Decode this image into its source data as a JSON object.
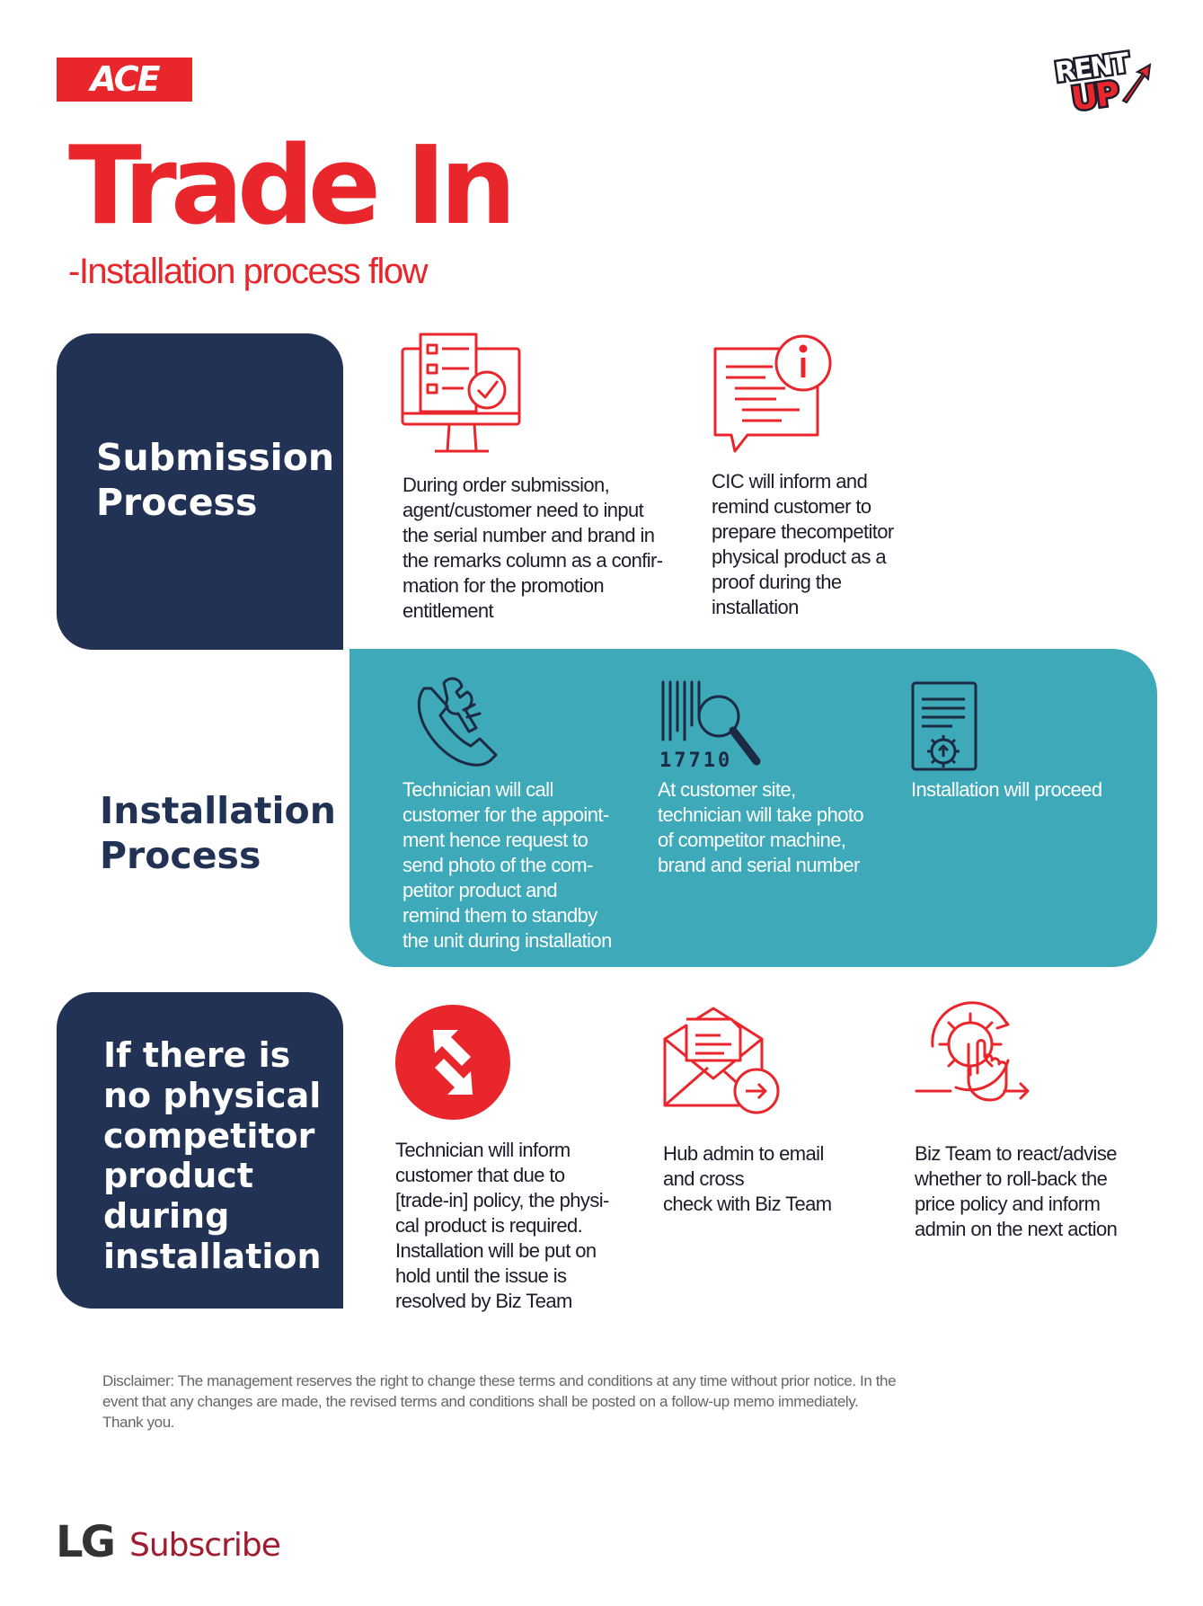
{
  "header": {
    "ace_logo": "ACE",
    "rentup_logo": {
      "line1": "RENT",
      "line2": "UP"
    }
  },
  "title": "Trade In",
  "subtitle": "-Installation process flow",
  "sections": [
    {
      "title": "Submission\nProcess",
      "steps": [
        {
          "icon": "checklist-monitor-icon",
          "text": "During order submission,\nagent/customer need to input\nthe serial number and brand in\nthe remarks column as a confir-\nmation for the promotion\nentitlement"
        },
        {
          "icon": "info-message-icon",
          "text": "CIC will inform and\nremind customer to\nprepare thecompetitor\nphysical product as a\nproof during the\ninstallation"
        }
      ]
    },
    {
      "title": "Installation\nProcess",
      "steps": [
        {
          "icon": "phone-tool-icon",
          "text": "Technician will call\ncustomer for the appoint-\nment hence request to\nsend photo of the com-\npetitor product and\nremind them to standby\nthe unit during installation"
        },
        {
          "icon": "barcode-search-icon",
          "barcode_number": "17710",
          "text": "At customer site,\ntechnician will take photo\nof competitor machine,\nbrand and serial number"
        },
        {
          "icon": "document-gear-icon",
          "text": "Installation will proceed"
        }
      ]
    },
    {
      "title": "If there is\nno physical\ncompetitor\nproduct\nduring\ninstallation",
      "steps": [
        {
          "icon": "exchange-arrows-icon",
          "text": "Technician will inform\ncustomer that due to\n[trade-in] policy, the physi-\ncal product is required.\nInstallation will be put on\nhold until the issue is\nresolved by Biz Team"
        },
        {
          "icon": "email-send-icon",
          "text": "Hub admin to email\nand cross\ncheck with Biz Team"
        },
        {
          "icon": "gear-hand-icon",
          "text": "Biz Team to react/advise\nwhether to roll-back the\nprice policy and inform\nadmin on the next action"
        }
      ]
    }
  ],
  "footer": {
    "disclaimer": "Disclaimer: The management reserves the right to change these terms and conditions at any time without prior notice. In the\nevent that any changes are made, the revised terms and conditions shall be posted on a follow-up memo immediately.\nThank you.",
    "lg_logo": "LG",
    "subscribe_logo": "Subscribe"
  },
  "colors": {
    "brand_red": "#e8262b",
    "navy": "#213255",
    "teal": "#3eaab9",
    "subscribe": "#a11c2f"
  }
}
